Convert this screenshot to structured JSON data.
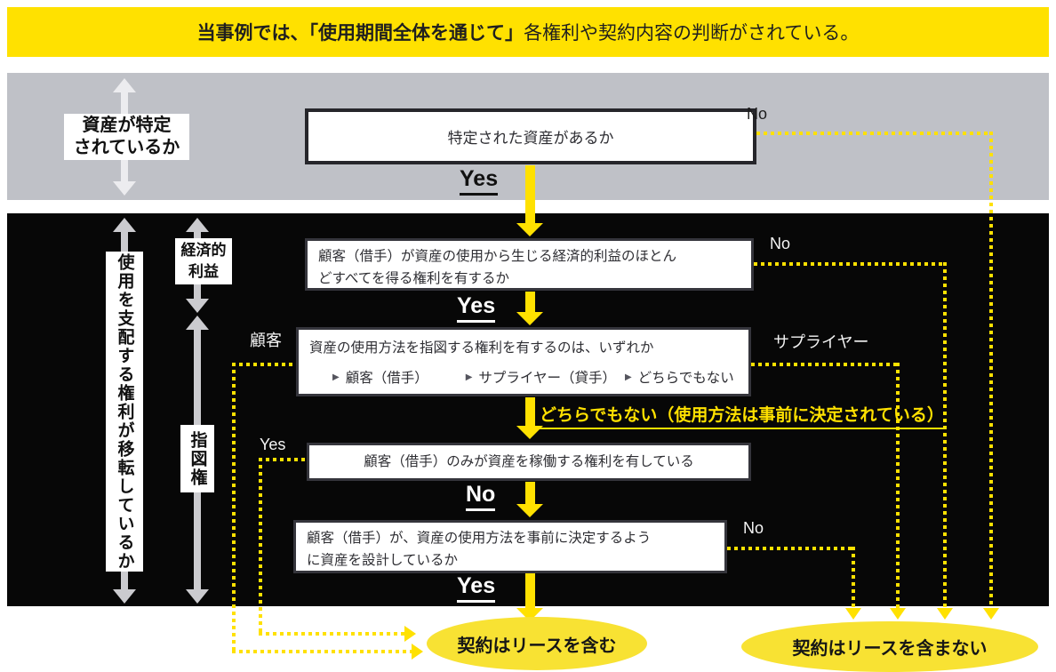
{
  "banner": {
    "text_bold": "当事例では、「使用期間全体を通じて」",
    "text_regular": "各権利や契約内容の判断がされている。"
  },
  "side_labels": {
    "asset_identified_line1": "資産が特定",
    "asset_identified_line2": "されているか",
    "control_transfer": "使用を支配する権利が移転しているか",
    "economic_line1": "経済的",
    "economic_line2": "利益",
    "direction_right": "指図権"
  },
  "nodes": {
    "q1": {
      "text": "特定された資産があるか",
      "yes": "Yes",
      "no": "No"
    },
    "q2": {
      "line1": "顧客（借手）が資産の使用から生じる経済的利益のほとん",
      "line2": "どすべてを得る権利を有するか",
      "yes": "Yes",
      "no": "No"
    },
    "q3": {
      "title": "資産の使用方法を指図する権利を有するのは、いずれか",
      "bullet_icon": "▶",
      "options": [
        "顧客（借手）",
        "サプライヤー（貸手）",
        "どちらでもない"
      ],
      "left_label": "顧客",
      "right_label": "サプライヤー",
      "down_label": "どちらでもない（使用方法は事前に決定されている）"
    },
    "q4": {
      "text": "顧客（借手）のみが資産を稼働する権利を有している",
      "left_label": "Yes",
      "no": "No"
    },
    "q5": {
      "line1": "顧客（借手）が、資産の使用方法を事前に決定するよう",
      "line2": "に資産を設計しているか",
      "yes": "Yes",
      "no": "No"
    }
  },
  "outcomes": {
    "lease": "契約はリースを含む",
    "no_lease": "契約はリースを含まない"
  },
  "colors": {
    "accent_yellow": "#FFE100",
    "ellipse_yellow": "#F8E233",
    "gray_band": "#BFC1C7",
    "black_band": "#070707",
    "arrow_gray_light": "#ECECEF",
    "arrow_gray": "#CBCBCF",
    "text_dark": "#1F1F1F"
  }
}
